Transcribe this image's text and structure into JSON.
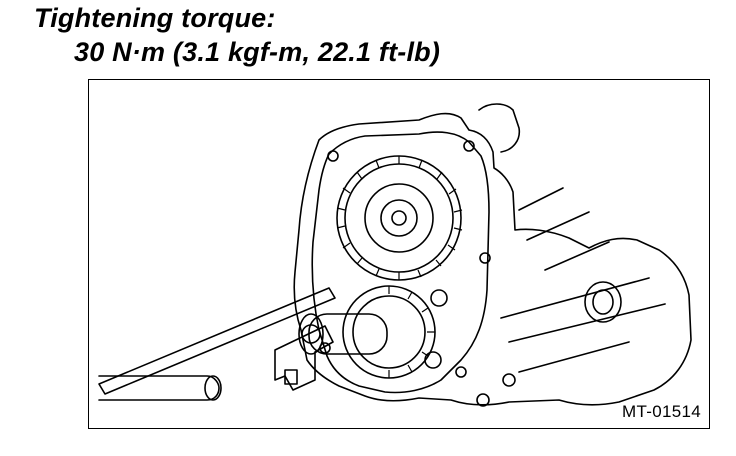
{
  "torque_spec": {
    "heading": "Tightening torque:",
    "value": "30 N·m (3.1 kgf-m, 22.1 ft-lb)"
  },
  "figure": {
    "id_code": "MT-01514"
  }
}
